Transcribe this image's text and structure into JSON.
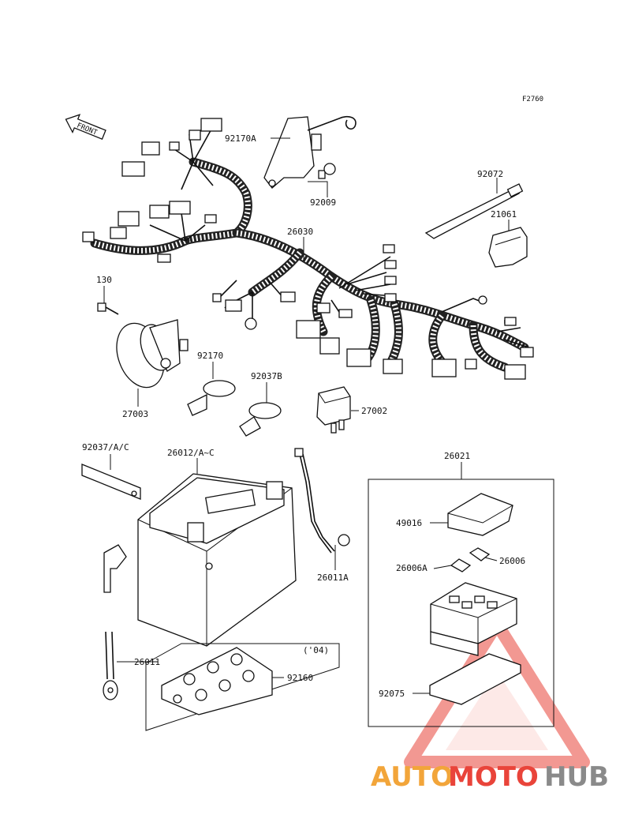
{
  "figure_code": "F2760",
  "front_label": "FRONT",
  "year_note": "('04)",
  "parts": {
    "p92170A": "92170A",
    "p92009": "92009",
    "p92072": "92072",
    "p21061": "21061",
    "p26030": "26030",
    "p130": "130",
    "p92170": "92170",
    "p92037B": "92037B",
    "p27003": "27003",
    "p27002": "27002",
    "p92037AC": "92037/A/C",
    "p26012AC": "26012/A~C",
    "p26021": "26021",
    "p49016": "49016",
    "p26006A": "26006A",
    "p26006": "26006",
    "p26011A": "26011A",
    "p26011": "26011",
    "p92160": "92160",
    "p92075": "92075"
  },
  "watermark": {
    "part1": "AUTO",
    "part2": "MOTO",
    "part3": "HUB",
    "color_red": "#e9443a",
    "color_orange": "#f2a53a",
    "color_gray": "#8a8a8a"
  }
}
